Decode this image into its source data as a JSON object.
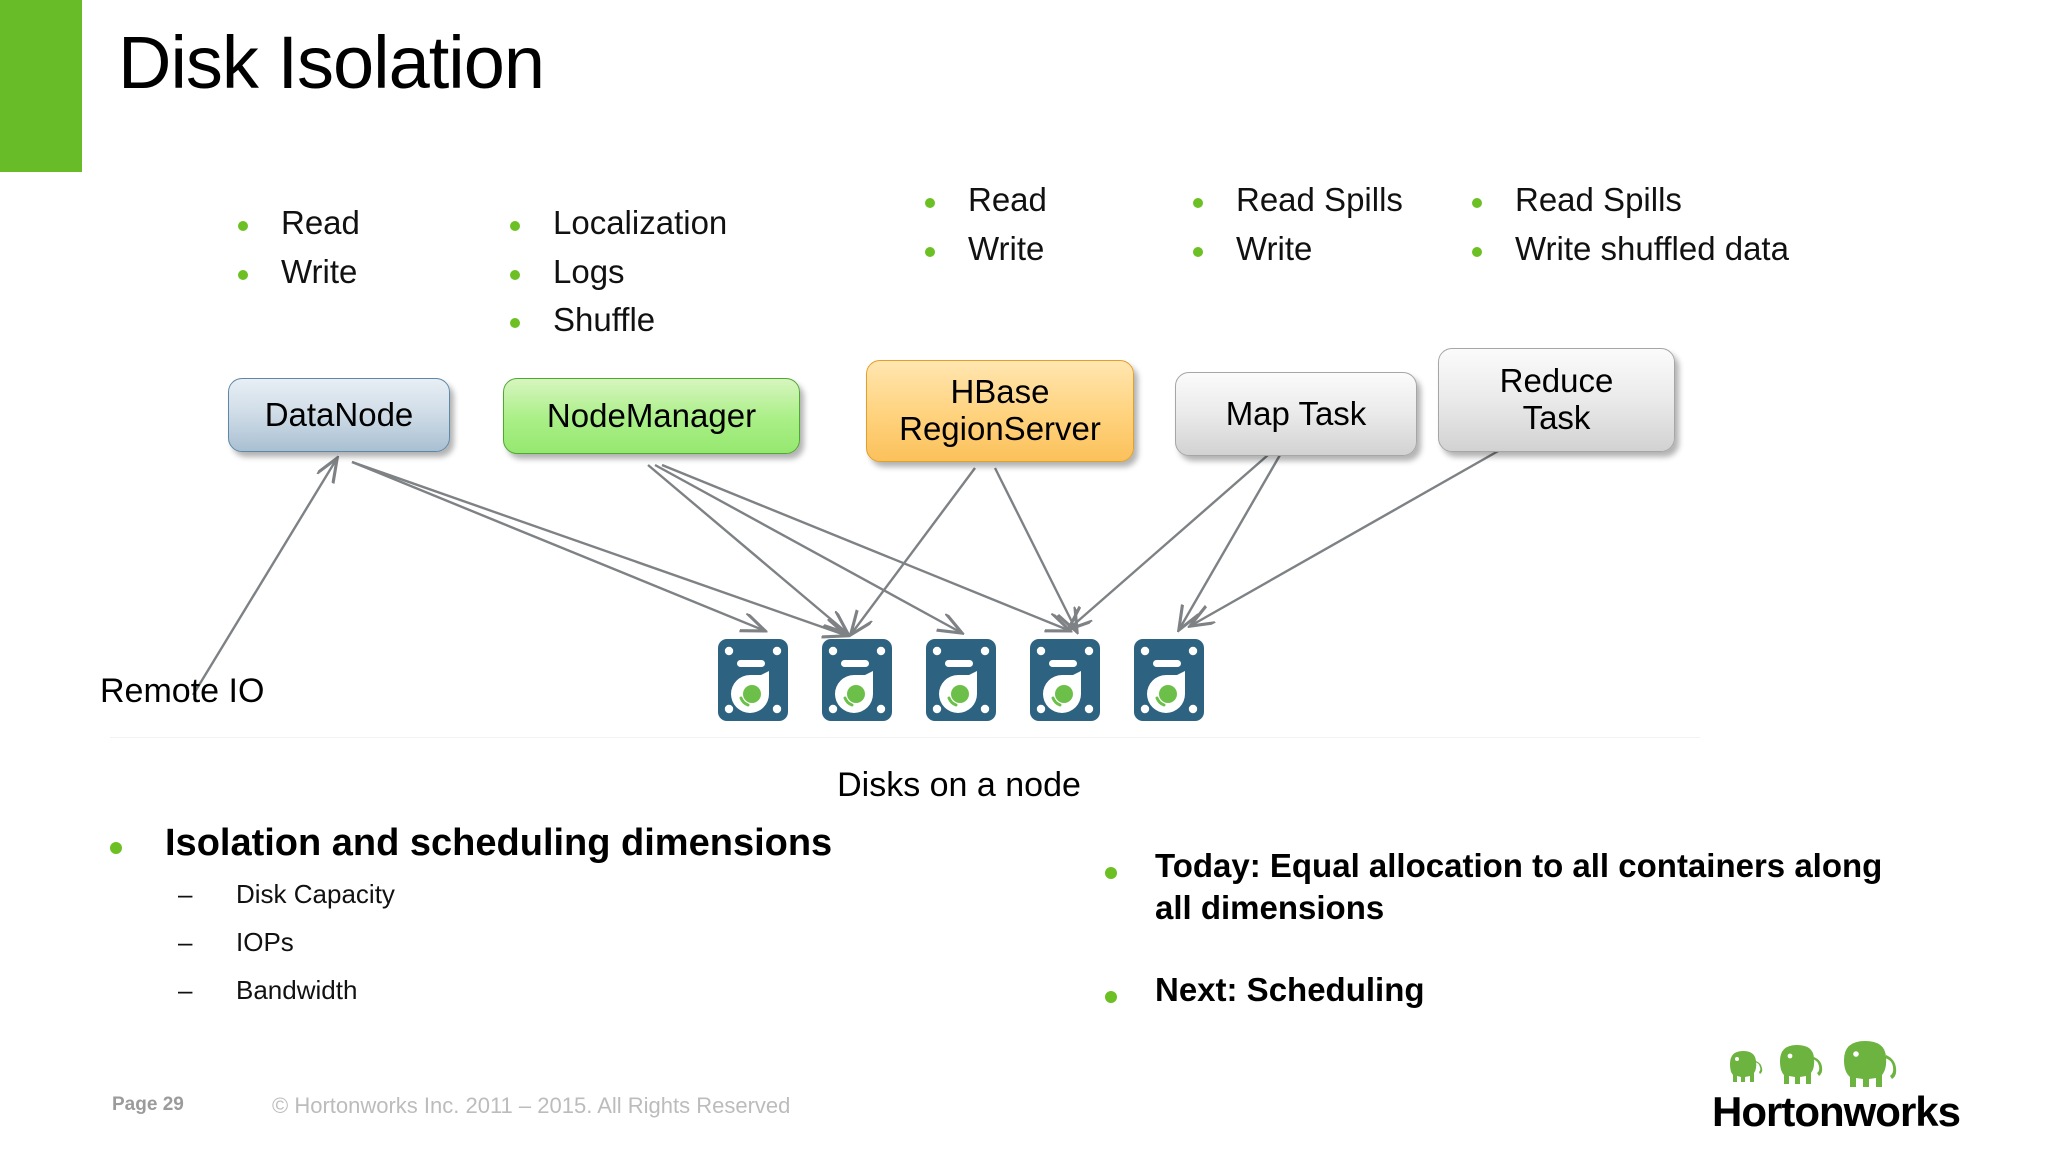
{
  "slide": {
    "title": "Disk Isolation",
    "accent_color": "#68bc28",
    "bullet_color": "#6cc024"
  },
  "top_groups": [
    {
      "name": "datanode-ops",
      "items": [
        "Read",
        "Write"
      ]
    },
    {
      "name": "nodemanager-ops",
      "items": [
        "Localization",
        "Logs",
        "Shuffle"
      ]
    },
    {
      "name": "hbase-ops",
      "items": [
        "Read",
        "Write"
      ]
    },
    {
      "name": "maptask-ops",
      "items": [
        "Read Spills",
        "Write"
      ]
    },
    {
      "name": "reducetask-ops",
      "items": [
        "Read Spills",
        "Write shuffled data"
      ]
    }
  ],
  "nodes": [
    {
      "name": "datanode",
      "label": "DataNode",
      "color": "#a9c0d2",
      "border": "#5f87a8"
    },
    {
      "name": "nodemanager",
      "label": "NodeManager",
      "color": "#96e870",
      "border": "#4fa832"
    },
    {
      "name": "hbase-regionserver",
      "label": "HBase\nRegionServer",
      "line1": "HBase",
      "line2": "RegionServer",
      "color": "#fbc15b",
      "border": "#e0a02c"
    },
    {
      "name": "map-task",
      "label": "Map Task",
      "color": "#d2d2d2",
      "border": "#a6a6a6"
    },
    {
      "name": "reduce-task",
      "label": "Reduce\nTask",
      "line1": "Reduce",
      "line2": "Task",
      "color": "#d2d2d2",
      "border": "#a6a6a6"
    }
  ],
  "diagram": {
    "remote_io_label": "Remote IO",
    "disks_label": "Disks on a node",
    "disk_count": 5,
    "disk_body_color": "#2d6380",
    "disk_platter_color": "#ffffff",
    "disk_hub_color": "#6cc04a"
  },
  "bottom_left": {
    "heading": "Isolation and scheduling dimensions",
    "sub_marker": "–",
    "sub_items": [
      "Disk Capacity",
      "IOPs",
      "Bandwidth"
    ]
  },
  "bottom_right": {
    "items": [
      "Today: Equal allocation to all containers along all dimensions",
      "Next: Scheduling"
    ]
  },
  "footer": {
    "page": "Page 29",
    "copyright": "© Hortonworks Inc. 2011 – 2015. All Rights Reserved",
    "logo_text": "Hortonworks"
  }
}
